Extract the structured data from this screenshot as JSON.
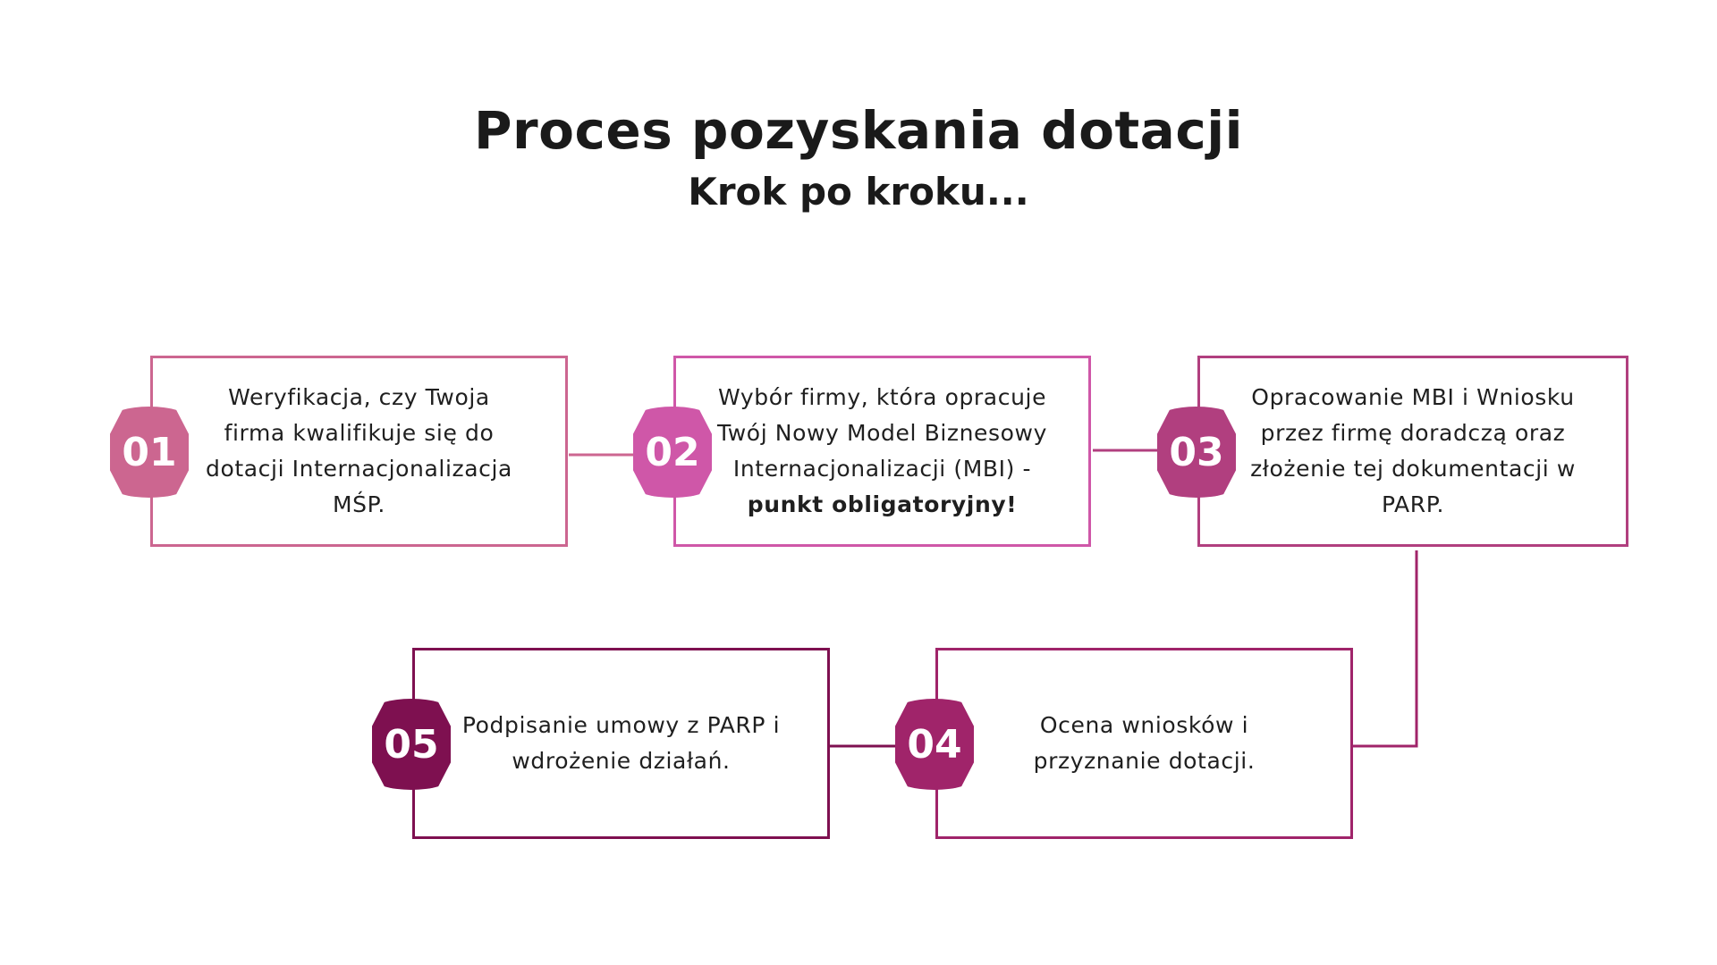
{
  "header": {
    "title": "Proces pozyskania dotacji",
    "subtitle": "Krok po kroku..."
  },
  "colors": {
    "step1": "#cc6690",
    "step2": "#cf57a8",
    "step3": "#b13f7f",
    "step4": "#a0246a",
    "step5": "#7e1050"
  },
  "steps": [
    {
      "number": "01",
      "lines": [
        "Weryfikacja, czy Twoja",
        "firma kwalifikuje się do",
        "dotacji Internacjonalizacja",
        "MŚP."
      ]
    },
    {
      "number": "02",
      "lines": [
        "Wybór firmy, która opracuje",
        "Twój Nowy Model Biznesowy",
        "Internacjonalizacji (MBI) -"
      ],
      "bold_line": "punkt obligatoryjny!"
    },
    {
      "number": "03",
      "lines": [
        "Opracowanie MBI i Wniosku",
        "przez firmę doradczą oraz",
        "złożenie tej dokumentacji w",
        "PARP."
      ]
    },
    {
      "number": "04",
      "lines": [
        "Ocena wniosków i",
        "przyznanie dotacji."
      ]
    },
    {
      "number": "05",
      "lines": [
        "Podpisanie umowy z PARP i",
        "wdrożenie działań."
      ]
    }
  ]
}
